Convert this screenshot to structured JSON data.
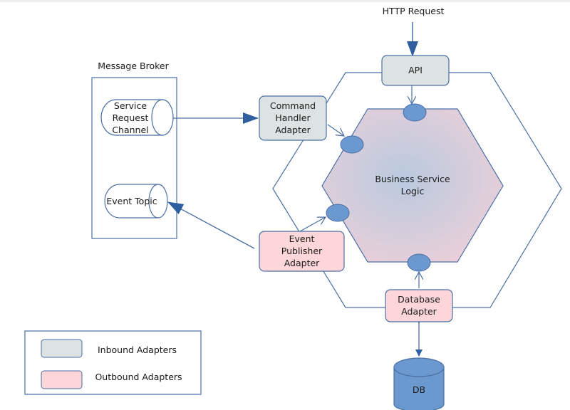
{
  "diagram": {
    "title": "Hexagonal Architecture",
    "http_request_label": "HTTP Request",
    "message_broker": {
      "label": "Message Broker",
      "channels": [
        {
          "name": "service-request-channel",
          "lines": [
            "Service",
            "Request",
            "Channel"
          ]
        },
        {
          "name": "event-topic",
          "lines": [
            "Event Topic"
          ]
        }
      ]
    },
    "core": {
      "lines": [
        "Business Service",
        "Logic"
      ]
    },
    "adapters": {
      "api": {
        "label": "API",
        "kind": "inbound"
      },
      "command_handler": {
        "lines": [
          "Command",
          "Handler",
          "Adapter"
        ],
        "kind": "inbound"
      },
      "event_publisher": {
        "lines": [
          "Event",
          "Publisher",
          "Adapter"
        ],
        "kind": "outbound"
      },
      "database": {
        "lines": [
          "Database",
          "Adapter"
        ],
        "kind": "outbound"
      }
    },
    "database": {
      "label": "DB"
    },
    "legend": {
      "items": [
        {
          "label": "Inbound Adapters",
          "color": "#dde3e3"
        },
        {
          "label": "Outbound Adapters",
          "color": "#fcd6d8"
        }
      ]
    },
    "colors": {
      "line": "#4a6fa5",
      "arrow": "#2f5f9e",
      "port": "#6b98cf",
      "db": "#6b98cf",
      "inbound": "#dde3e3",
      "outbound": "#fcd6d8",
      "core_pink": "#e6ccd6",
      "core_blue": "#bccbdf"
    }
  }
}
